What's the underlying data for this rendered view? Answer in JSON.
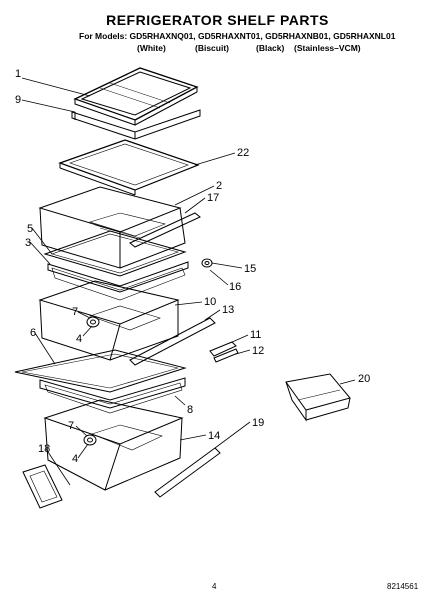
{
  "header": {
    "title": "REFRIGERATOR SHELF PARTS",
    "models_line": "For Models: GD5RHAXNQ01, GD5RHAXNT01, GD5RHAXNB01, GD5RHAXNL01",
    "variants": [
      "(White)",
      "(Biscuit)",
      "(Black)",
      "(Stainless–VCM)"
    ]
  },
  "callouts": [
    "1",
    "9",
    "22",
    "2",
    "17",
    "5",
    "3",
    "15",
    "16",
    "10",
    "13",
    "7",
    "4",
    "6",
    "11",
    "12",
    "8",
    "20",
    "14",
    "7",
    "4",
    "18",
    "19"
  ],
  "footer": {
    "page_number": "4",
    "document_number": "8214561"
  }
}
